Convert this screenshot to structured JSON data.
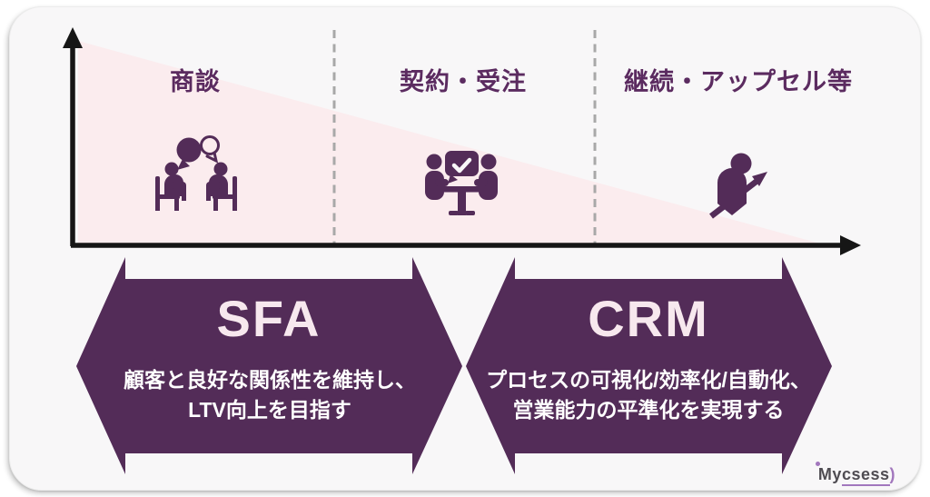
{
  "colors": {
    "purple": "#532c58",
    "label_purple": "#5b2b60",
    "pink": "#fbecee",
    "axis": "#161616",
    "dash": "#a8a8a8",
    "card_bg": "#f8f7f8",
    "title_tint": "#f7e8ee",
    "white": "#ffffff",
    "logo_gray": "#4f4c52",
    "logo_purple": "#a277bd"
  },
  "stages": [
    {
      "label": "商談",
      "icon": "meeting-icon"
    },
    {
      "label": "契約・受注",
      "icon": "agreement-icon"
    },
    {
      "label": "継続・アップセル等",
      "icon": "growth-icon"
    }
  ],
  "banners": [
    {
      "title": "SFA",
      "desc_line1": "顧客と良好な関係性を維持し、",
      "desc_line2": "LTV向上を目指す"
    },
    {
      "title": "CRM",
      "desc_line1": "プロセスの可視化/効率化/自動化、",
      "desc_line2": "営業能力の平準化を実現する"
    }
  ],
  "logo": {
    "part1": "My",
    "part2": "csess",
    "swoosh": ")"
  }
}
